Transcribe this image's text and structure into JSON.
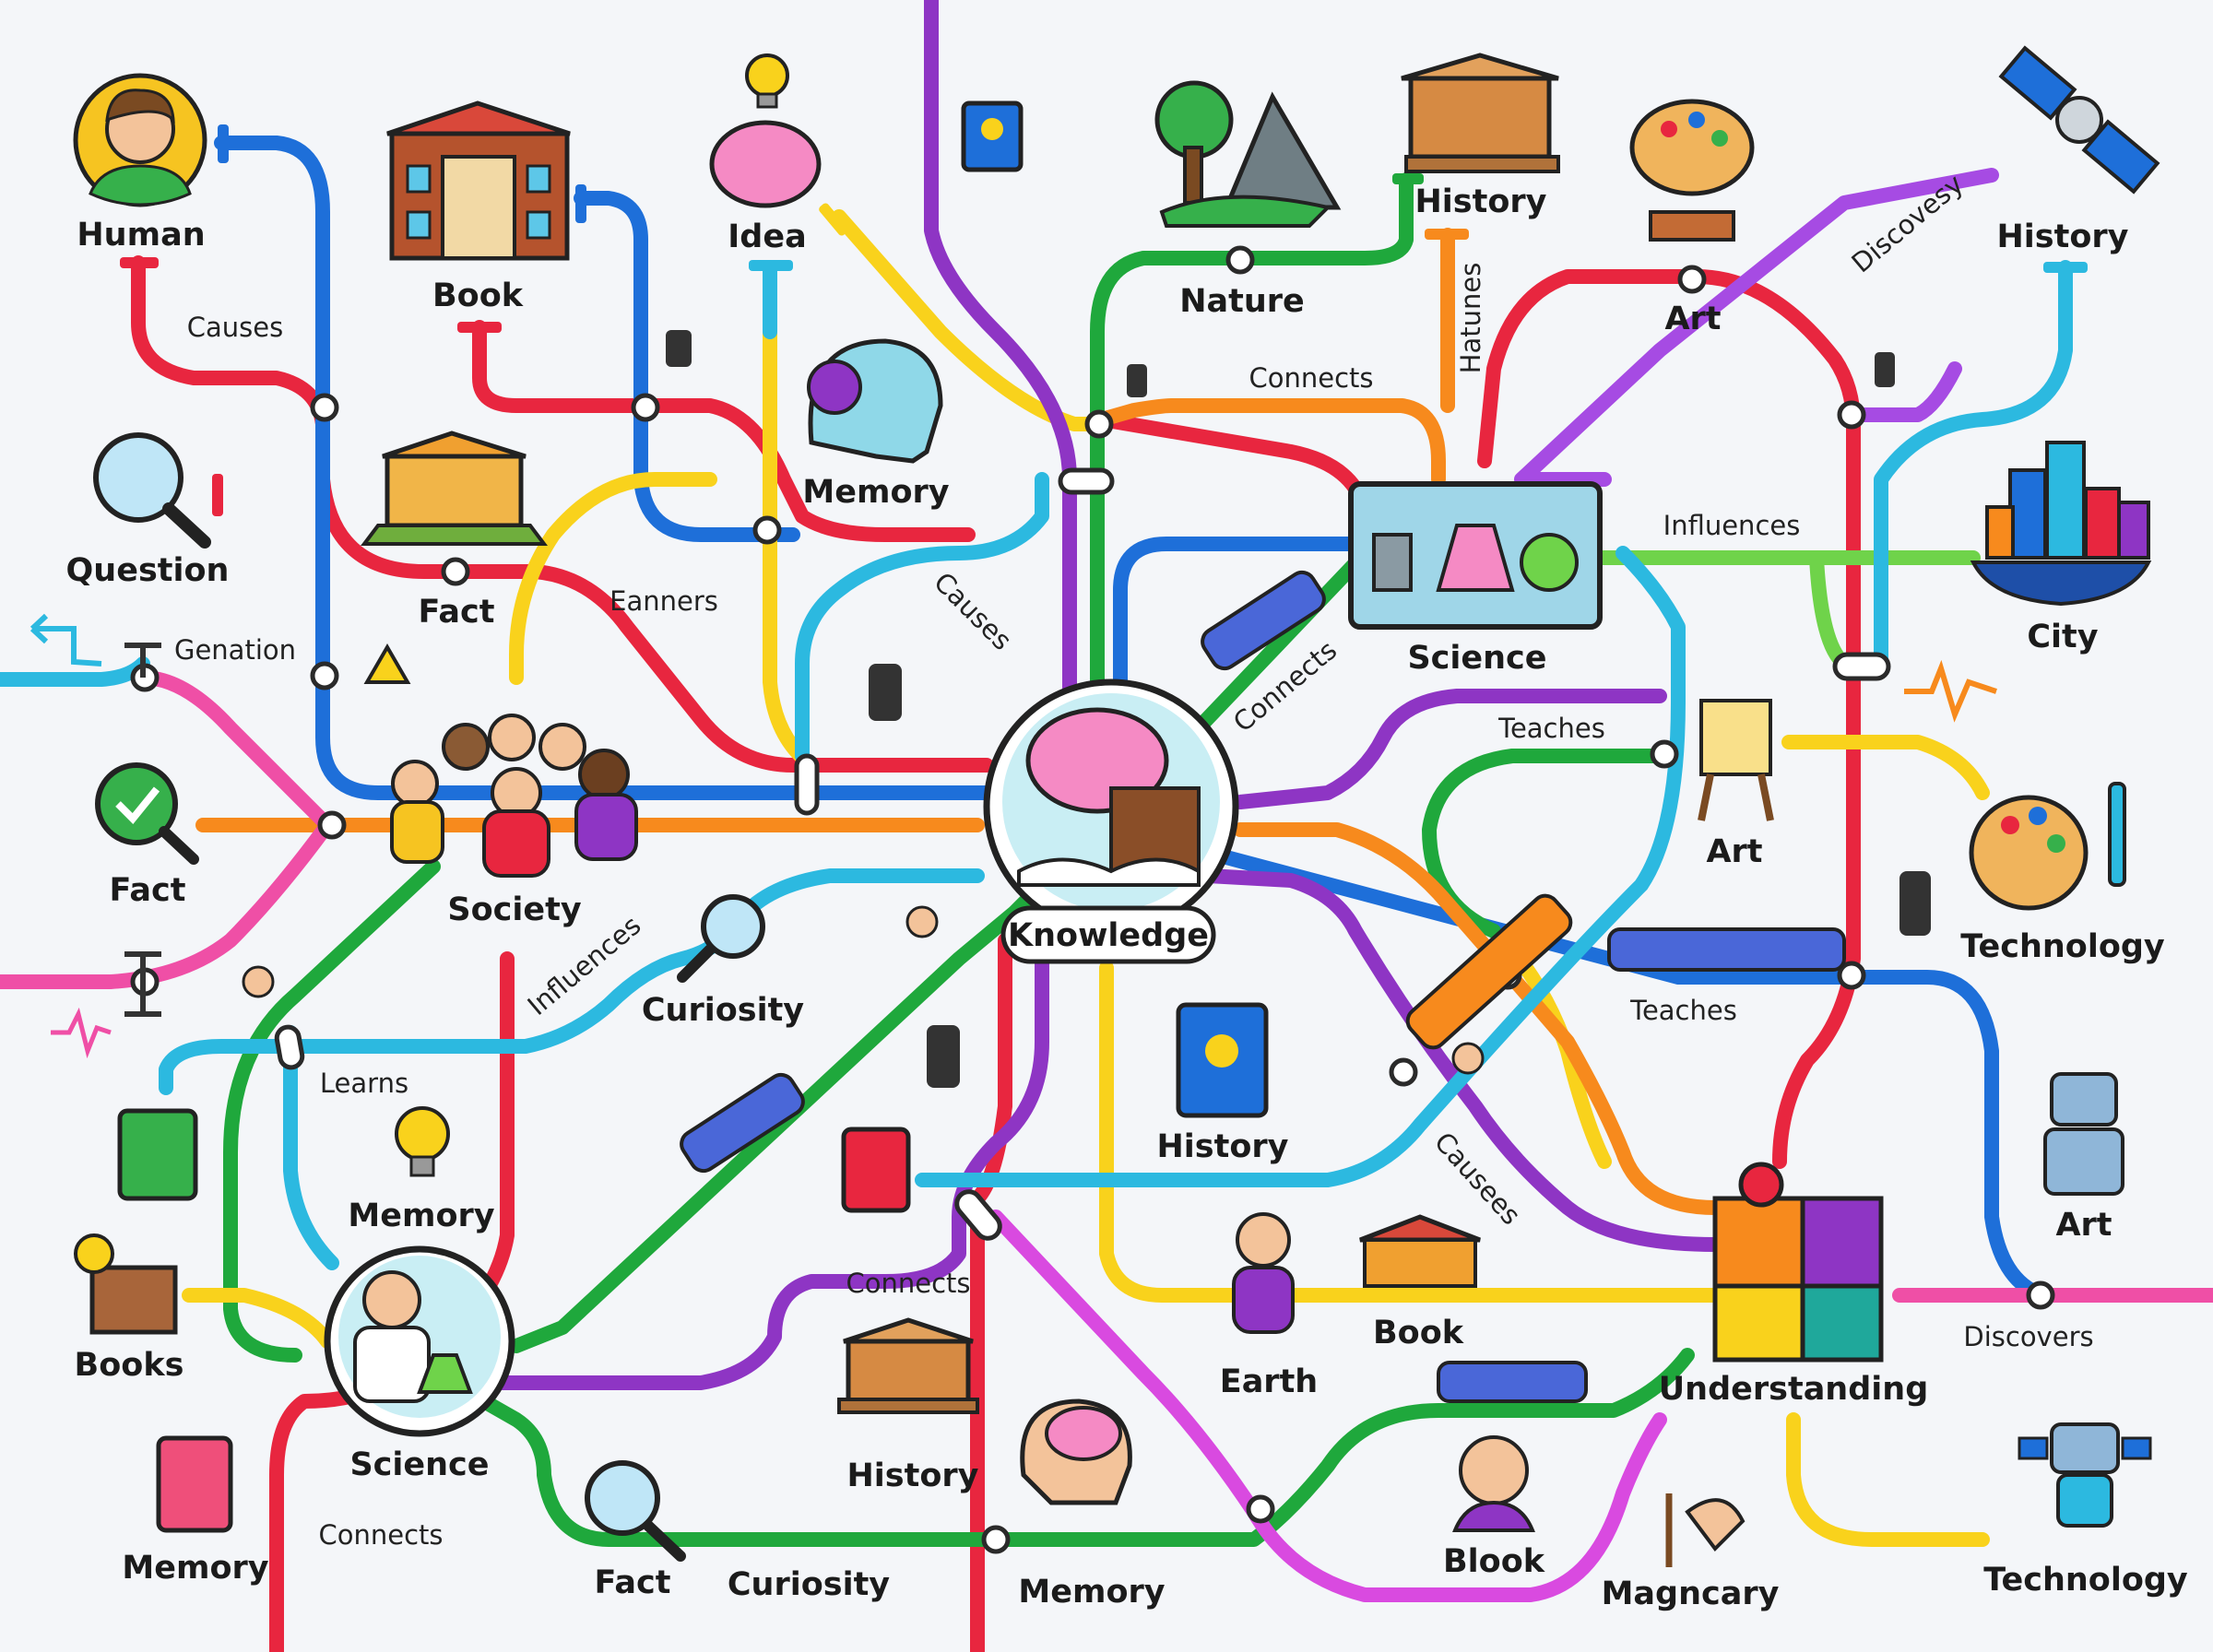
{
  "colors": {
    "red": "#e8263f",
    "blue": "#1e6fd9",
    "green": "#1fa83c",
    "yellow": "#f9d21c",
    "orange": "#f78a1d",
    "purple": "#8e35c4",
    "cyan": "#2cb9e0",
    "pink": "#ef4fa6",
    "magenta": "#d94ae0",
    "lightgreen": "#6fd34a",
    "violet": "#a64be3",
    "background": "#f4f6f9"
  },
  "nodes": {
    "human": "Human",
    "book_top": "Book",
    "idea": "Idea",
    "nature": "Nature",
    "history_top": "History",
    "art_top": "Art",
    "history_topright": "History",
    "question": "Question",
    "fact_left": "Fact",
    "fact_topleft": "Fact",
    "memory_top": "Memory",
    "science_center": "Science",
    "city": "City",
    "society": "Society",
    "knowledge": "Knowledge",
    "art_mid": "Art",
    "technology_right": "Technology",
    "curiosity_mid": "Curiosity",
    "history_mid": "History",
    "memory_left": "Memory",
    "books": "Books",
    "science_bottom": "Science",
    "earth": "Earth",
    "book_bottom": "Book",
    "understanding": "Understanding",
    "art_right": "Art",
    "history_bottom": "History",
    "memory_bottomleft": "Memory",
    "fact_bottom": "Fact",
    "curiosity_bottom": "Curiosity",
    "memory_bottom": "Memory",
    "blook": "Blook",
    "magncary": "Magncary",
    "technology_bottom": "Technology"
  },
  "relations": {
    "causes_top": "Causes",
    "genation": "Genation",
    "eanners": "Eanners",
    "causes_diag": "Causes",
    "connects_top": "Connects",
    "hatunes": "Hatunes",
    "discovesy": "Discovesy",
    "influences_right": "Influences",
    "connects_diag": "Connects",
    "teaches_top": "Teaches",
    "influences_left": "Influences",
    "teaches_right": "Teaches",
    "learns": "Learns",
    "causees": "Causees",
    "connects_mid": "Connects",
    "discovers": "Discovers",
    "connects_bottom": "Connects"
  }
}
